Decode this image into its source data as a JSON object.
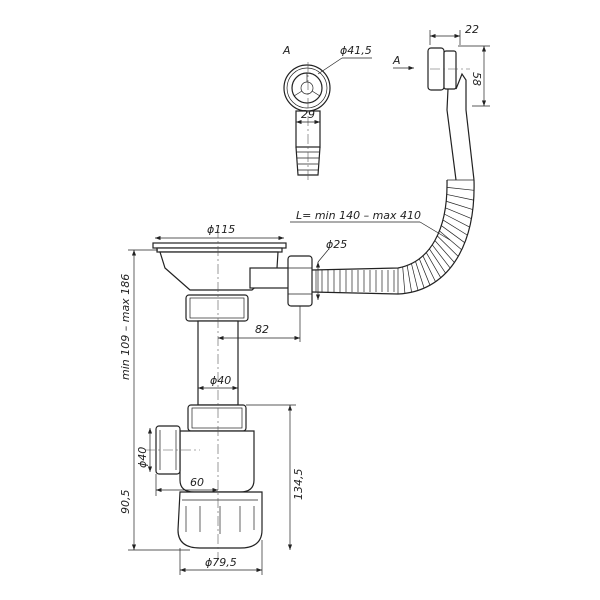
{
  "labels": {
    "overflow_width": "22",
    "overflow_height": "58",
    "view_a_title": "A",
    "view_a_arrow": "A",
    "overflow_diameter": "ϕ41,5",
    "overflow_stem_width": "29",
    "hose_length": "L= min 140 – max 410",
    "strainer_diameter": "ϕ115",
    "hose_diameter": "ϕ25",
    "outlet_offset": "82",
    "total_height": "min 109 – max 186",
    "pipe_diameter": "ϕ40",
    "side_outlet_diameter": "ϕ40",
    "side_outlet_offset": "60",
    "side_outlet_height": "90,5",
    "trap_height": "134,5",
    "trap_diameter": "ϕ79,5"
  },
  "colors": {
    "line": "#222222",
    "background": "#ffffff"
  }
}
